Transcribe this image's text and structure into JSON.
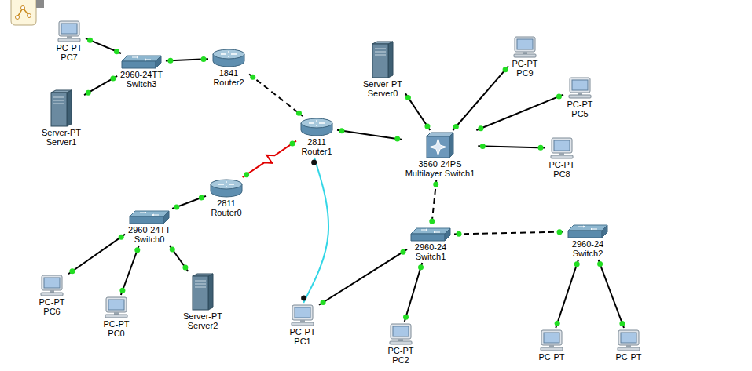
{
  "diagram": {
    "nodes": [
      {
        "text": [
          "PC-PT",
          "PC7"
        ]
      },
      {
        "text": [
          "2960-24TT",
          "Switch3"
        ]
      },
      {
        "text": [
          "1841",
          "Router2"
        ]
      },
      {
        "text": [
          "Server-PT",
          "Server0"
        ]
      },
      {
        "text": [
          "PC-PT",
          "PC9"
        ]
      },
      {
        "text": [
          "PC-PT",
          "PC5"
        ]
      },
      {
        "text": [
          "Server-PT",
          "Server1"
        ]
      },
      {
        "text": [
          "2811",
          "Router1"
        ]
      },
      {
        "text": [
          "3560-24PS",
          "Multilayer Switch1"
        ]
      },
      {
        "text": [
          "PC-PT",
          "PC8"
        ]
      },
      {
        "text": [
          "2811",
          "Router0"
        ]
      },
      {
        "text": [
          "2960-24TT",
          "Switch0"
        ]
      },
      {
        "text": [
          "2960-24",
          "Switch1"
        ]
      },
      {
        "text": [
          "2960-24",
          "Switch2"
        ]
      },
      {
        "text": [
          "PC-PT",
          "PC6"
        ]
      },
      {
        "text": [
          "Server-PT",
          "Server2"
        ]
      },
      {
        "text": [
          "PC-PT",
          "PC0"
        ]
      },
      {
        "text": [
          "PC-PT",
          "PC1"
        ]
      },
      {
        "text": [
          "PC-PT",
          "PC2"
        ]
      },
      {
        "text": [
          "PC-PT"
        ]
      },
      {
        "text": [
          "PC-PT"
        ]
      }
    ],
    "edges": [
      {
        "from": 0,
        "to": 1,
        "arrow": "none"
      },
      {
        "from": 6,
        "to": 1,
        "arrow": "none"
      },
      {
        "from": 1,
        "to": 2,
        "arrow": "none"
      },
      {
        "from": 2,
        "to": 7,
        "arrow": "none"
      },
      {
        "from": 7,
        "to": 10,
        "arrow": "none"
      },
      {
        "from": 7,
        "to": 17,
        "arrow": "none"
      },
      {
        "from": 7,
        "to": 8,
        "arrow": "none"
      },
      {
        "from": 3,
        "to": 8,
        "arrow": "none"
      },
      {
        "from": 4,
        "to": 8,
        "arrow": "none"
      },
      {
        "from": 5,
        "to": 8,
        "arrow": "none"
      },
      {
        "from": 9,
        "to": 8,
        "arrow": "none"
      },
      {
        "from": 8,
        "to": 12,
        "arrow": "none"
      },
      {
        "from": 12,
        "to": 13,
        "arrow": "none"
      },
      {
        "from": 12,
        "to": 17,
        "arrow": "none"
      },
      {
        "from": 12,
        "to": 18,
        "arrow": "none"
      },
      {
        "from": 13,
        "to": 19,
        "arrow": "none"
      },
      {
        "from": 13,
        "to": 20,
        "arrow": "none"
      },
      {
        "from": 10,
        "to": 11,
        "arrow": "none"
      },
      {
        "from": 11,
        "to": 14,
        "arrow": "none"
      },
      {
        "from": 11,
        "to": 16,
        "arrow": "none"
      },
      {
        "from": 11,
        "to": 15,
        "arrow": "none"
      }
    ]
  }
}
